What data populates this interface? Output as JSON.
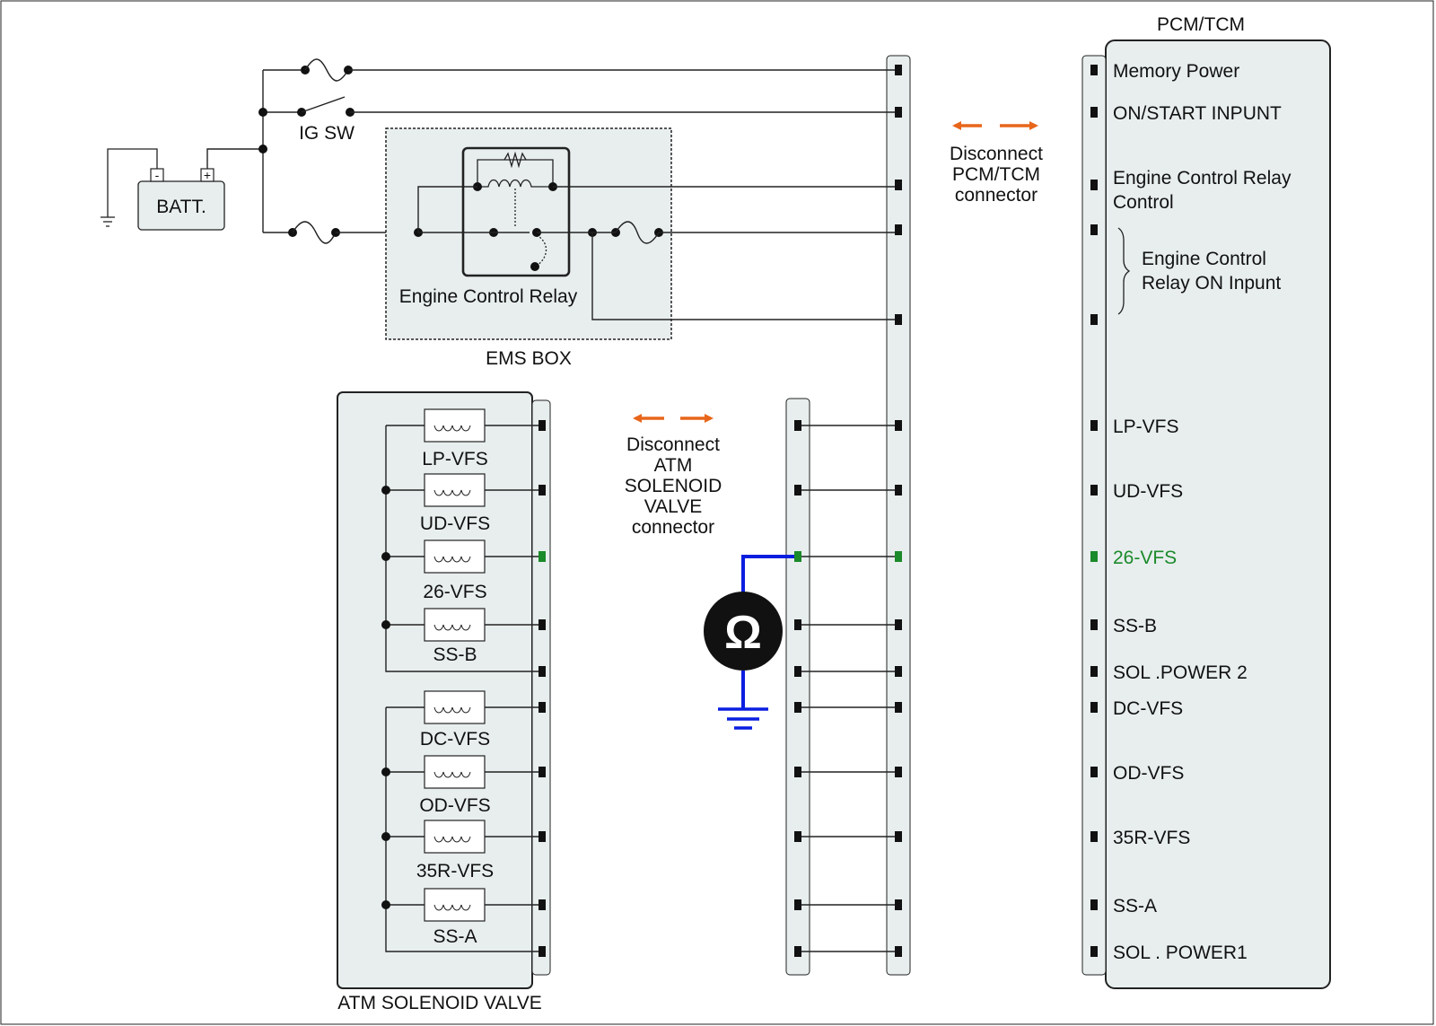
{
  "colors": {
    "background": "#ffffff",
    "panel_fill": "#e8eeee",
    "wire": "#222222",
    "highlight_green": "#1a8a2a",
    "meter_probe_blue": "#0a1ee0",
    "arrow_orange": "#e8661c"
  },
  "battery": {
    "label": "BATT.",
    "neg": "-",
    "pos": "+"
  },
  "switch": {
    "label": "IG SW"
  },
  "ems_box": {
    "label": "EMS BOX",
    "relay_label": "Engine Control Relay"
  },
  "pcm": {
    "title": "PCM/TCM",
    "pins": {
      "memory_power": "Memory Power",
      "on_start": "ON/START  INPUNT",
      "ecr_control_1": "Engine Control Relay",
      "ecr_control_2": "Control",
      "ecr_on_1": "Engine Control",
      "ecr_on_2": "Relay ON Inpunt",
      "lp_vfs": "LP-VFS",
      "ud_vfs": "UD-VFS",
      "vfs_26": "26-VFS",
      "ss_b": "SS-B",
      "sol_power_2": "SOL .POWER 2",
      "dc_vfs": "DC-VFS",
      "od_vfs": "OD-VFS",
      "vfs_35r": "35R-VFS",
      "ss_a": "SS-A",
      "sol_power_1": "SOL . POWER1"
    }
  },
  "disconnect_pcm": {
    "line1": "Disconnect",
    "line2": "PCM/TCM",
    "line3": "connector"
  },
  "disconnect_atm": {
    "line1": "Disconnect",
    "line2": "ATM",
    "line3": "SOLENOID",
    "line4": "VALVE",
    "line5": "connector"
  },
  "atm": {
    "label": "ATM SOLENOID VALVE",
    "solenoids": {
      "lp": "LP-VFS",
      "ud": "UD-VFS",
      "s26": "26-VFS",
      "ssb": "SS-B",
      "dc": "DC-VFS",
      "od": "OD-VFS",
      "s35r": "35R-VFS",
      "ssa": "SS-A"
    }
  },
  "meter": {
    "symbol": "Ω",
    "icon": "ohmmeter-icon"
  }
}
